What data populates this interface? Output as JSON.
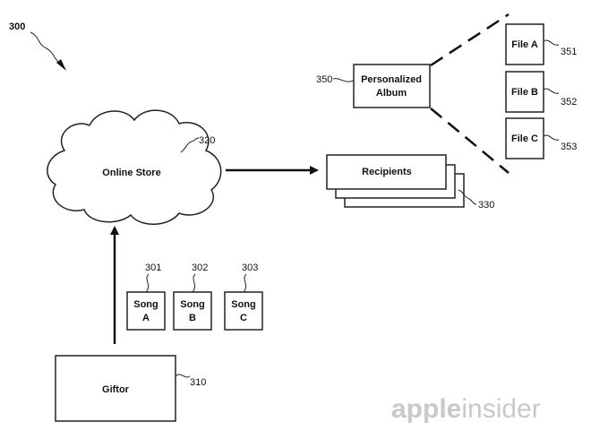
{
  "figure": {
    "number": "300",
    "online_store": {
      "label": "Online Store",
      "ref": "320"
    },
    "recipients": {
      "label": "Recipients",
      "ref": "330"
    },
    "personalized_album": {
      "label_line1": "Personalized",
      "label_line2": "Album",
      "ref": "350"
    },
    "files": [
      {
        "label": "File A",
        "ref": "351"
      },
      {
        "label": "File B",
        "ref": "352"
      },
      {
        "label": "File C",
        "ref": "353"
      }
    ],
    "songs": [
      {
        "line1": "Song",
        "line2": "A",
        "ref": "301"
      },
      {
        "line1": "Song",
        "line2": "B",
        "ref": "302"
      },
      {
        "line1": "Song",
        "line2": "C",
        "ref": "303"
      }
    ],
    "giftor": {
      "label": "Giftor",
      "ref": "310"
    }
  },
  "watermark": {
    "part1": "apple",
    "part2": "insider"
  }
}
